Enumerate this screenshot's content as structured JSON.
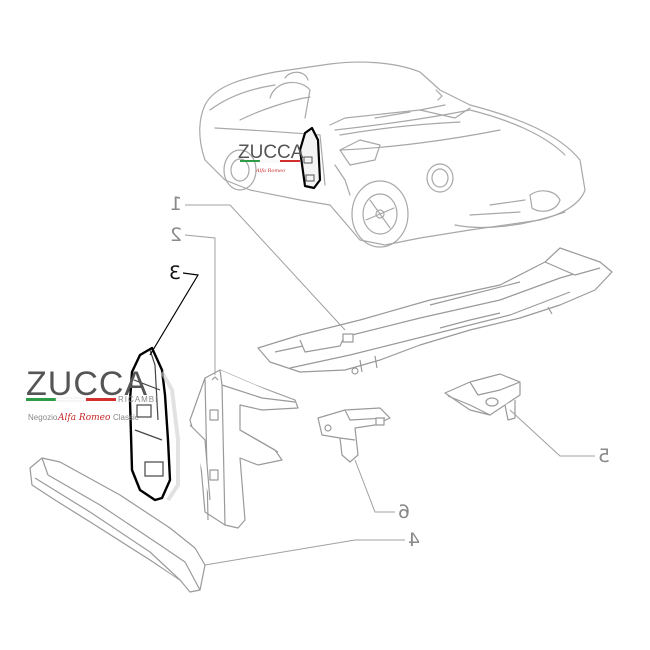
{
  "callouts": {
    "c1": "1",
    "c2": "2",
    "c3": "3",
    "c4": "4",
    "c5": "5",
    "c6": "6"
  },
  "watermark": {
    "brand": "ZUCCA",
    "sub": "RICAMBI",
    "tagline_prefix": "Negozio",
    "tagline_script": "Alfa Romeo",
    "tagline_suffix": "Classic"
  },
  "colors": {
    "line": "#9a9a9a",
    "highlight": "#000000",
    "flag_green": "#2e9b46",
    "flag_white": "#ffffff",
    "flag_red": "#d32f2f",
    "script_red": "#c62828"
  }
}
